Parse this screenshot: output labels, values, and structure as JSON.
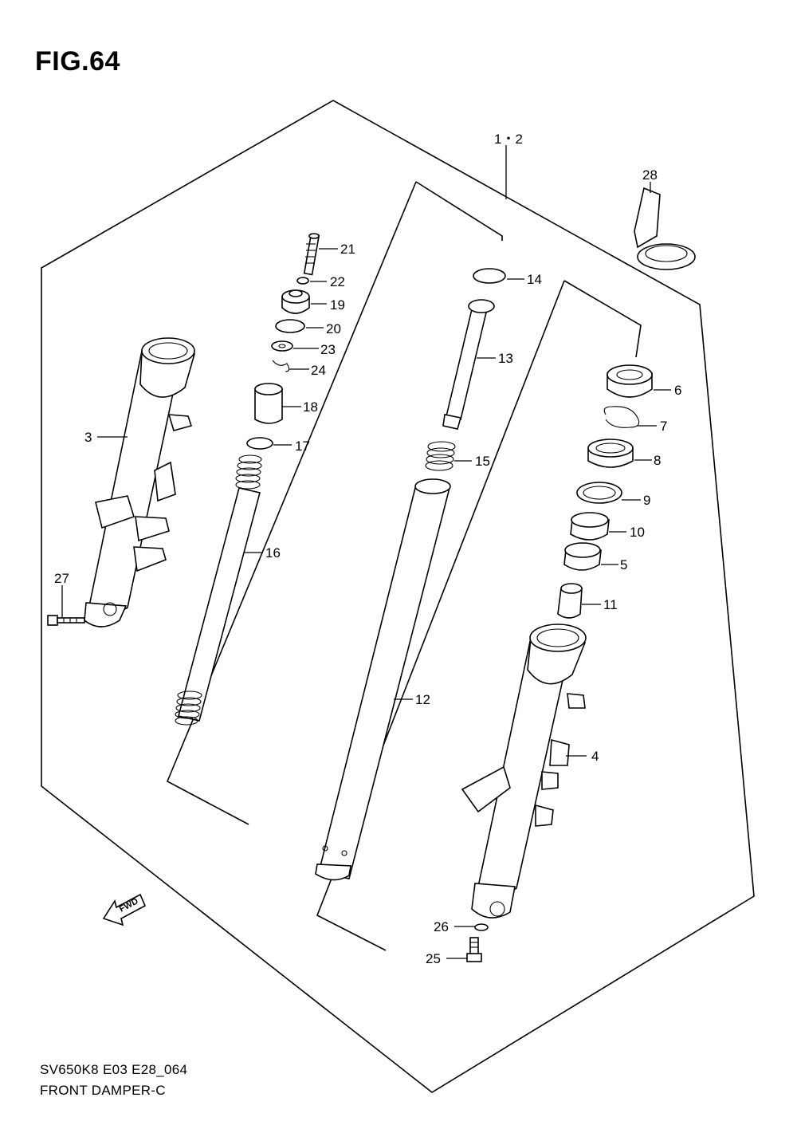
{
  "figure": {
    "title": "FIG.64",
    "model_code": "SV650K8 E03 E28_064",
    "name": "FRONT DAMPER-C"
  },
  "callouts": [
    {
      "id": "c-1-2",
      "label": "1・2"
    },
    {
      "id": "c-28",
      "label": "28"
    },
    {
      "id": "c-21",
      "label": "21"
    },
    {
      "id": "c-22",
      "label": "22"
    },
    {
      "id": "c-19",
      "label": "19"
    },
    {
      "id": "c-20",
      "label": "20"
    },
    {
      "id": "c-23",
      "label": "23"
    },
    {
      "id": "c-24",
      "label": "24"
    },
    {
      "id": "c-18",
      "label": "18"
    },
    {
      "id": "c-17",
      "label": "17"
    },
    {
      "id": "c-16",
      "label": "16"
    },
    {
      "id": "c-3",
      "label": "3"
    },
    {
      "id": "c-27",
      "label": "27"
    },
    {
      "id": "c-14",
      "label": "14"
    },
    {
      "id": "c-13",
      "label": "13"
    },
    {
      "id": "c-15",
      "label": "15"
    },
    {
      "id": "c-12",
      "label": "12"
    },
    {
      "id": "c-6",
      "label": "6"
    },
    {
      "id": "c-7",
      "label": "7"
    },
    {
      "id": "c-8",
      "label": "8"
    },
    {
      "id": "c-9",
      "label": "9"
    },
    {
      "id": "c-10",
      "label": "10"
    },
    {
      "id": "c-5",
      "label": "5"
    },
    {
      "id": "c-11",
      "label": "11"
    },
    {
      "id": "c-4",
      "label": "4"
    },
    {
      "id": "c-26",
      "label": "26"
    },
    {
      "id": "c-25",
      "label": "25"
    }
  ],
  "fwd_arrow": {
    "label": "FWD"
  }
}
